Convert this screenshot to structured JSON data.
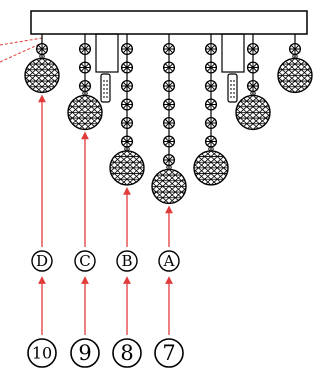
{
  "colors": {
    "line": "#000000",
    "arrow": "#e23b3b",
    "dashed": "#e23b3b",
    "background": "#ffffff"
  },
  "strands": [
    {
      "id": "D",
      "beads": 1
    },
    {
      "id": "C",
      "beads": 3
    },
    {
      "id": "B",
      "beads": 6
    },
    {
      "id": "A",
      "beads": 7
    },
    {
      "id": "unlabeled-1",
      "beads": 6
    },
    {
      "id": "unlabeled-2",
      "beads": 3
    },
    {
      "id": "unlabeled-3",
      "beads": 1
    }
  ],
  "letter_labels": [
    "D",
    "C",
    "B",
    "A"
  ],
  "number_labels": [
    "10",
    "9",
    "8",
    "7"
  ],
  "icon": "crystal-ball-icon"
}
